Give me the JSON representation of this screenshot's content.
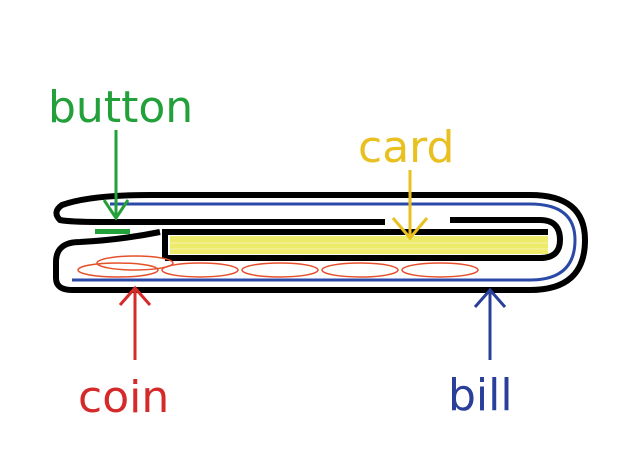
{
  "labels": {
    "button": {
      "text": "button",
      "color": "#22a03a"
    },
    "card": {
      "text": "card",
      "color": "#e8c020"
    },
    "coin": {
      "text": "coin",
      "color": "#d42a2a"
    },
    "bill": {
      "text": "bill",
      "color": "#2a3f9a"
    }
  },
  "colors": {
    "outline": "#000000",
    "bill_line": "#2b4aa8",
    "card_fill": "#eeea6a",
    "coin": "#e5502a"
  }
}
